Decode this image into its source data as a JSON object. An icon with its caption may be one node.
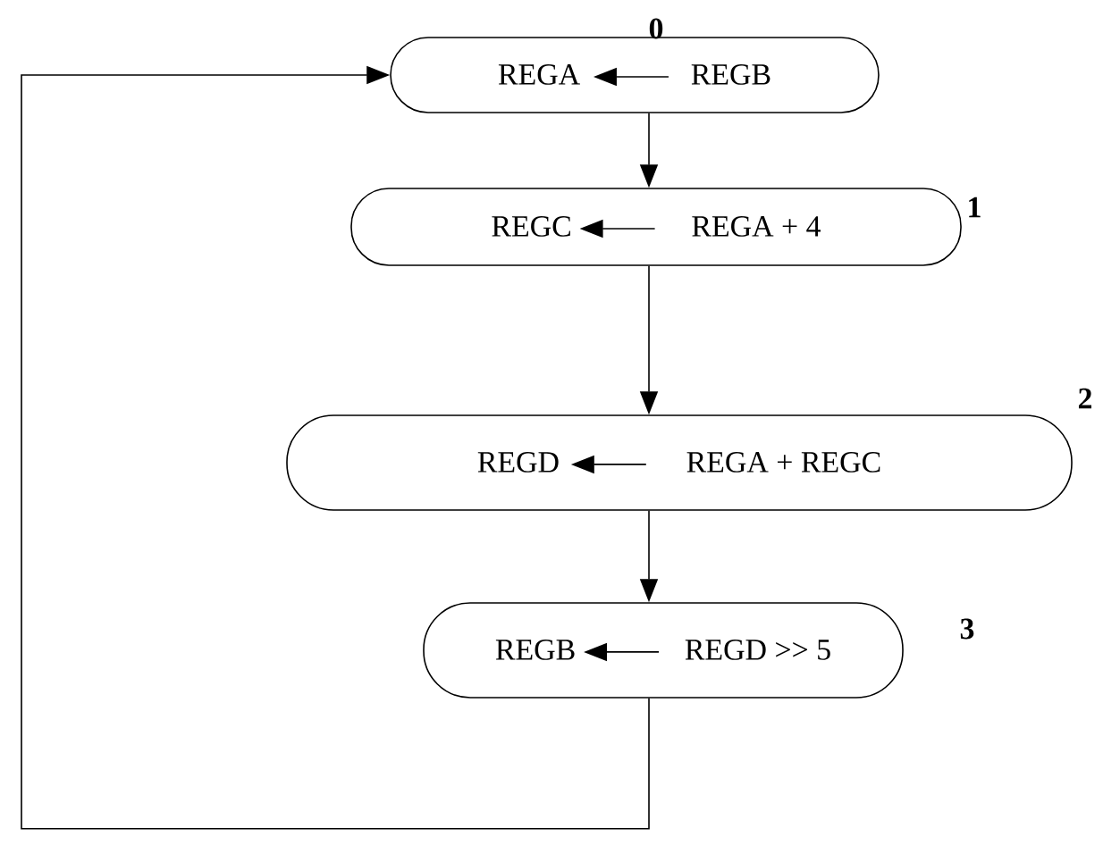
{
  "diagram": {
    "nodes": [
      {
        "text": [
          "REGA",
          "REGB"
        ],
        "beside": [
          "0"
        ]
      },
      {
        "text": [
          "REGC",
          "REGA + 4"
        ],
        "beside": [
          "1"
        ]
      },
      {
        "text": [
          "REGD",
          "REGA + REGC"
        ],
        "beside": [
          "2"
        ]
      },
      {
        "text": [
          "REGB",
          "REGD >> 5"
        ],
        "beside": [
          "3"
        ]
      }
    ],
    "edges": [
      {
        "from": 0,
        "to": 1,
        "arrow": "to"
      },
      {
        "from": 1,
        "to": 2,
        "arrow": "to"
      },
      {
        "from": 2,
        "to": 3,
        "arrow": "to"
      },
      {
        "from": 3,
        "to": 0,
        "arrow": "to"
      }
    ]
  }
}
